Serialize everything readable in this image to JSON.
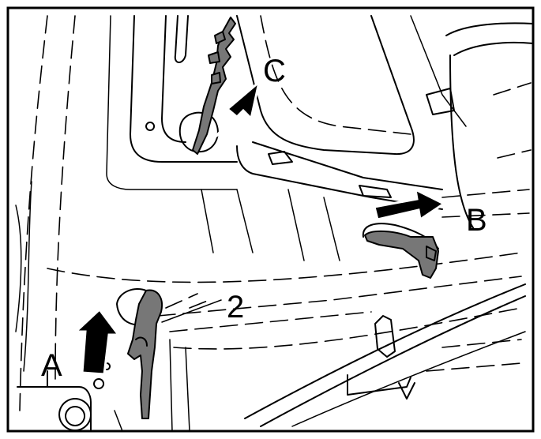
{
  "labels": {
    "a": "A",
    "b": "B",
    "c": "C",
    "part_number": "2"
  },
  "colors": {
    "line": "#000000",
    "part_fill": "#777777",
    "background": "#ffffff"
  },
  "icons": {
    "arrow_a": "arrow-up-icon",
    "arrow_b": "arrow-right-icon",
    "arrow_c": "arrow-up-right-icon"
  }
}
